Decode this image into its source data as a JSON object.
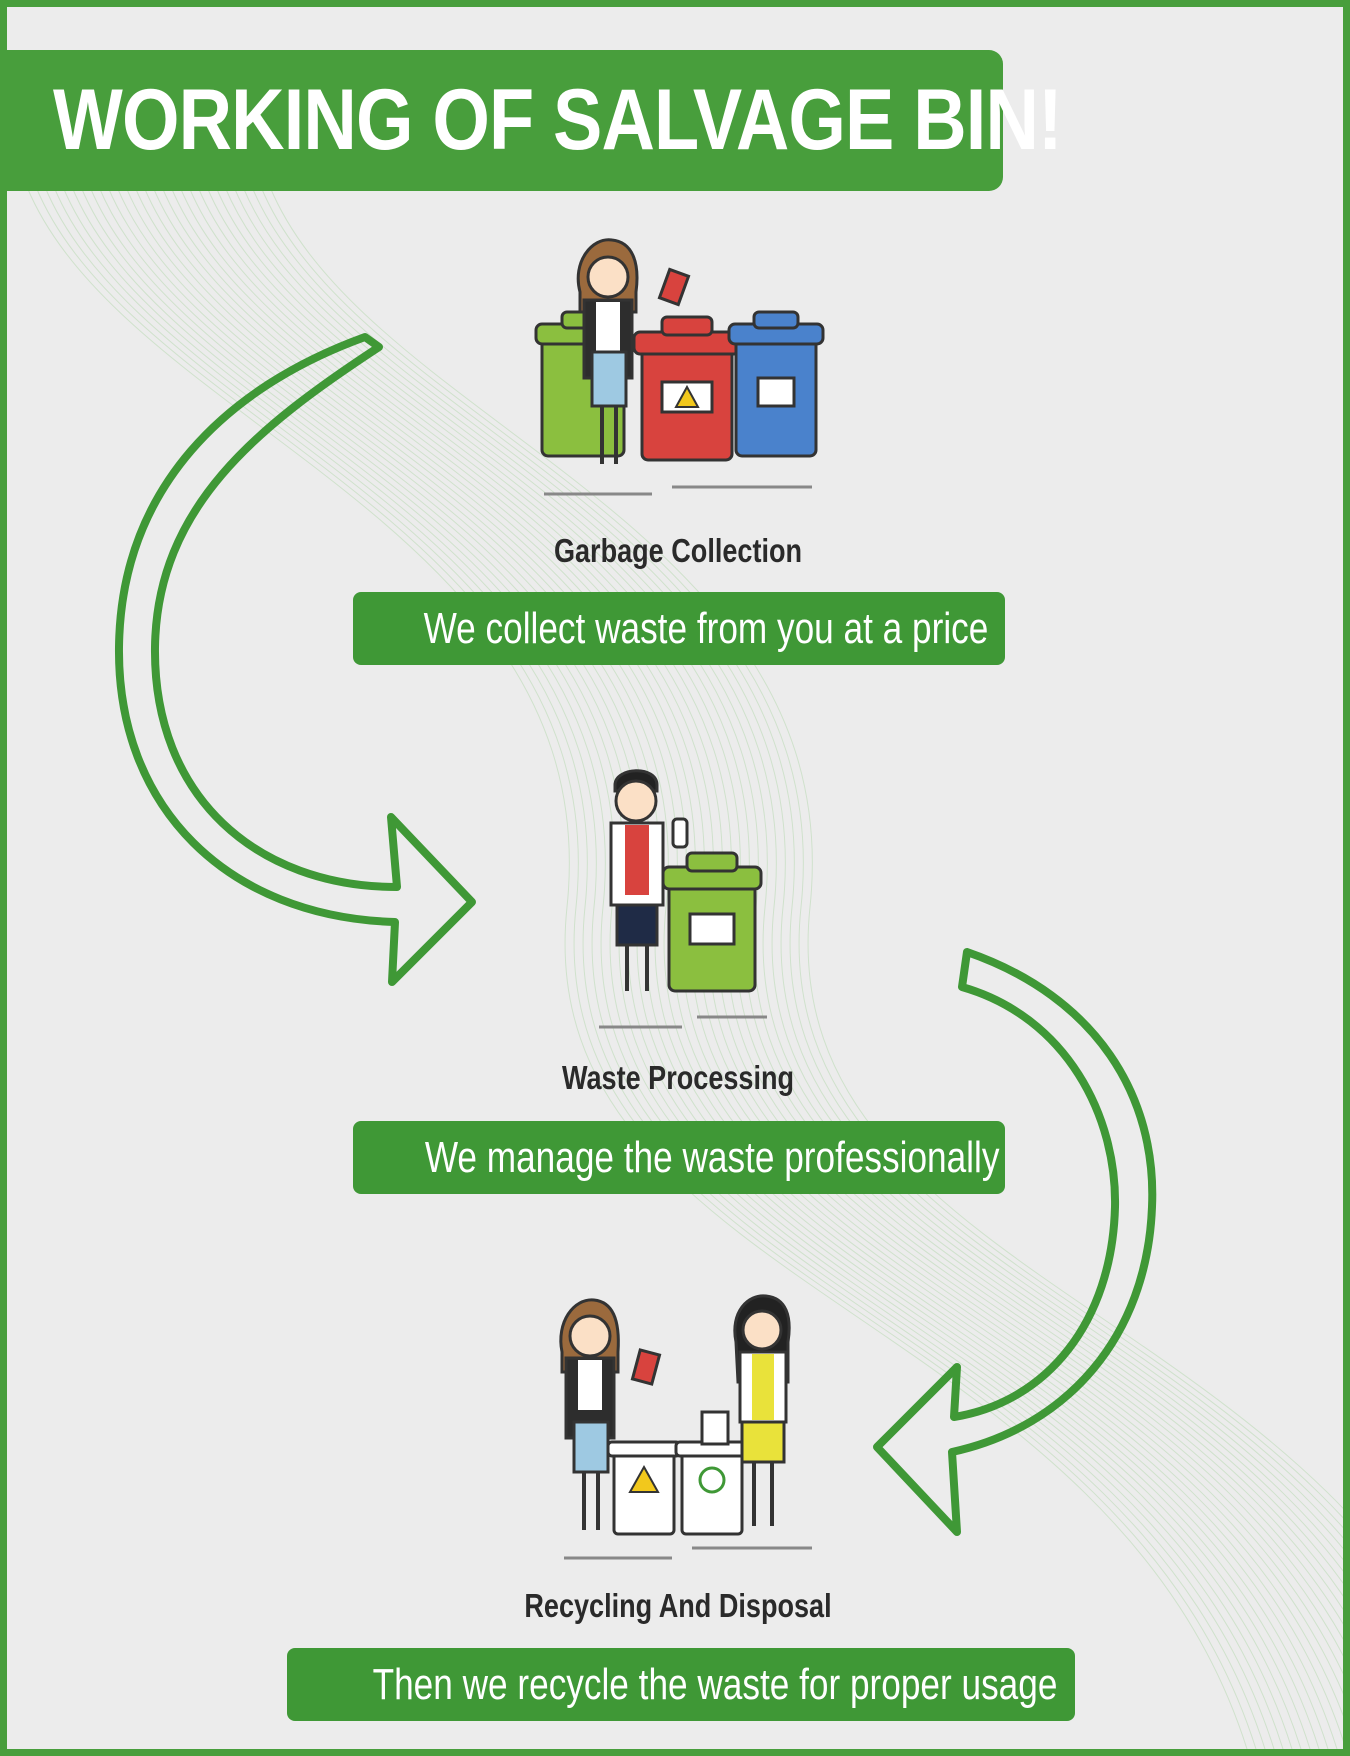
{
  "title": "WORKING OF SALVAGE BIN!",
  "steps": [
    {
      "title": "Garbage Collection",
      "description": "We collect waste from you at a price"
    },
    {
      "title": "Waste Processing",
      "description": "We manage the waste professionally"
    },
    {
      "title": "Recycling And Disposal",
      "description": "Then we recycle the waste for proper usage"
    }
  ],
  "colors": {
    "brand_green": "#489e3c",
    "background": "#ececec",
    "title_text": "#ffffff"
  }
}
